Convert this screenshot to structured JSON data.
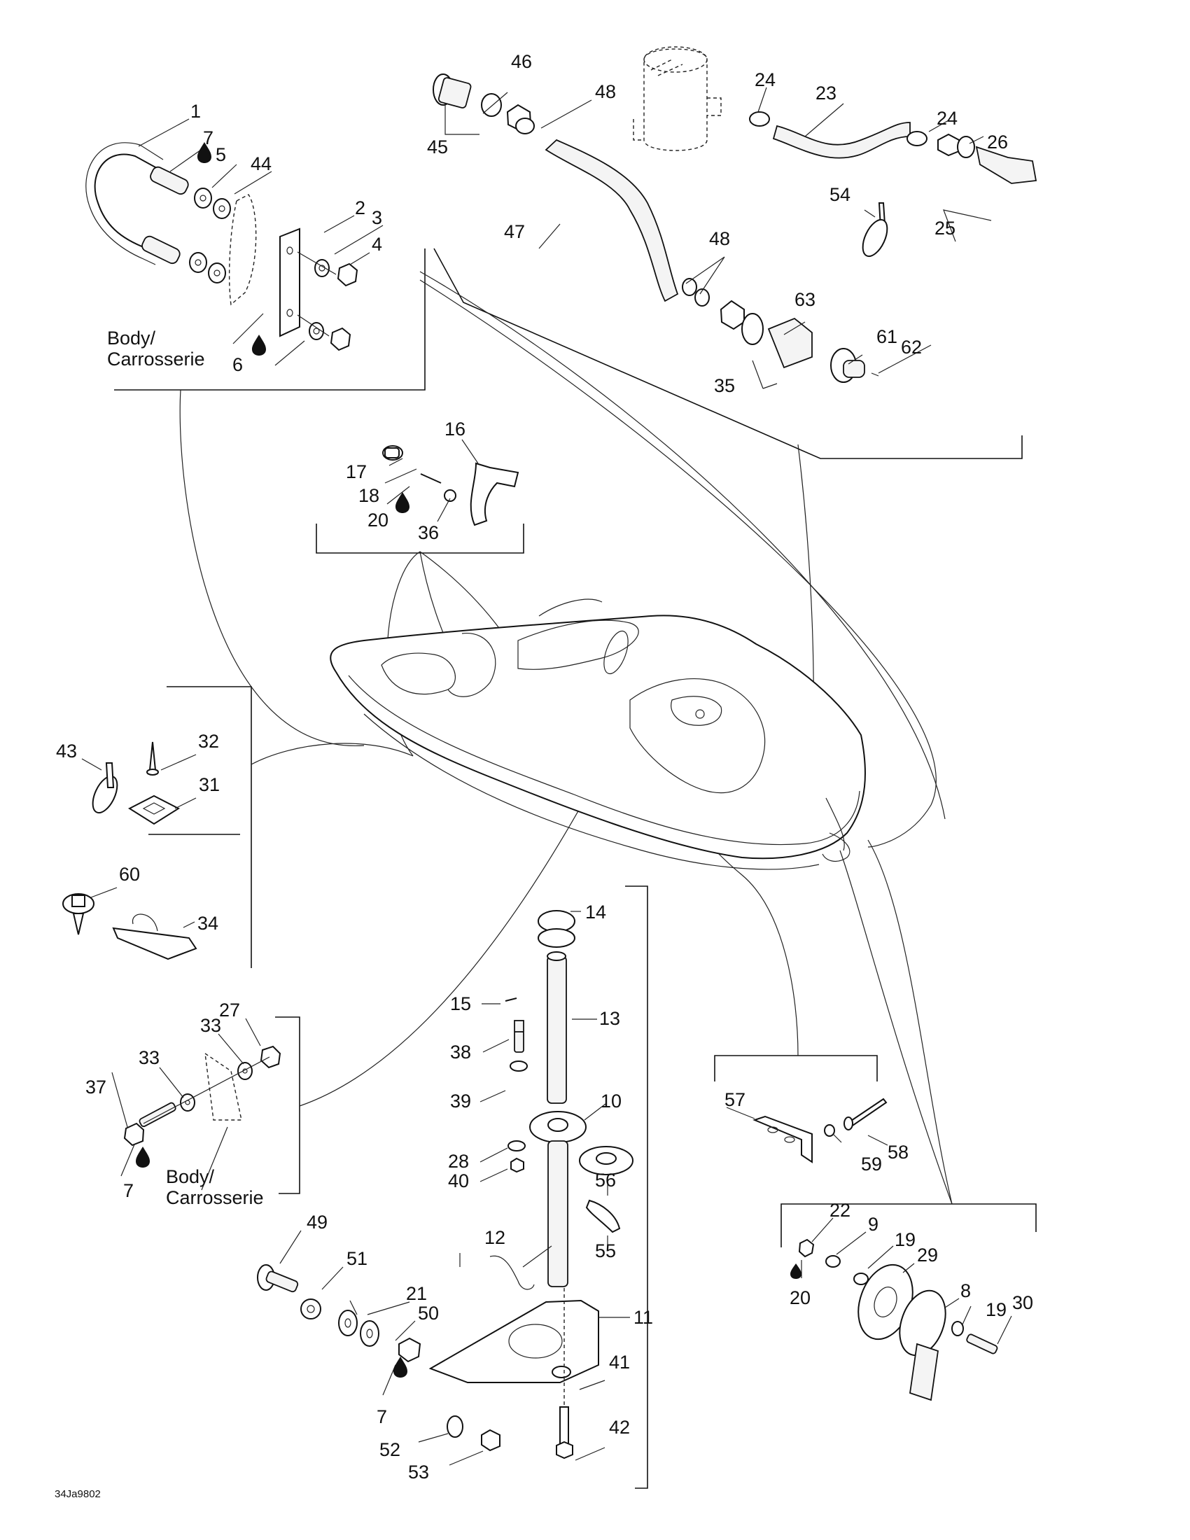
{
  "diagram": {
    "type": "exploded-parts-diagram",
    "subject": "Watercraft hull and fittings",
    "figure_code": "34Ja9802",
    "body_notes": [
      {
        "line1": "Body/",
        "line2": "Carrosserie"
      },
      {
        "line1": "Body/",
        "line2": "Carrosserie"
      }
    ],
    "groups": {
      "u_bolt": [
        "1",
        "7",
        "5",
        "44",
        "2",
        "3",
        "4",
        "6"
      ],
      "drain_hoses": [
        "46",
        "48",
        "45",
        "47",
        "48",
        "63",
        "35",
        "61",
        "62"
      ],
      "bilge_pump": [
        "24",
        "23",
        "24",
        "26",
        "25",
        "54"
      ],
      "bumper": [
        "16",
        "17",
        "18",
        "20",
        "36"
      ],
      "fasteners": [
        "43",
        "32",
        "31",
        "60",
        "34"
      ],
      "body_bolt": [
        "27",
        "33",
        "33",
        "37",
        "7"
      ],
      "steering_post": [
        "14",
        "15",
        "13",
        "38",
        "39",
        "10",
        "28",
        "40",
        "56",
        "55",
        "12",
        "11",
        "41",
        "42"
      ],
      "plate_bolt": [
        "49",
        "51",
        "21",
        "50",
        "7",
        "52",
        "53"
      ],
      "bracket": [
        "57",
        "58",
        "59"
      ],
      "drain_plug": [
        "22",
        "9",
        "19",
        "29",
        "8",
        "19",
        "30",
        "20"
      ]
    },
    "labels": {
      "l1": "1",
      "l2": "2",
      "l3": "3",
      "l4": "4",
      "l5": "5",
      "l6": "6",
      "l7a": "7",
      "l7b": "7",
      "l7c": "7",
      "l8": "8",
      "l9": "9",
      "l10": "10",
      "l11": "11",
      "l12": "12",
      "l13": "13",
      "l14": "14",
      "l15": "15",
      "l16": "16",
      "l17": "17",
      "l18": "18",
      "l19a": "19",
      "l19b": "19",
      "l20a": "20",
      "l20b": "20",
      "l21": "21",
      "l22": "22",
      "l23": "23",
      "l24a": "24",
      "l24b": "24",
      "l25": "25",
      "l26": "26",
      "l27": "27",
      "l28": "28",
      "l29": "29",
      "l30": "30",
      "l31": "31",
      "l32": "32",
      "l33a": "33",
      "l33b": "33",
      "l34": "34",
      "l35": "35",
      "l36": "36",
      "l37": "37",
      "l38": "38",
      "l39": "39",
      "l40": "40",
      "l41": "41",
      "l42": "42",
      "l43": "43",
      "l44": "44",
      "l45": "45",
      "l46": "46",
      "l47": "47",
      "l48a": "48",
      "l48b": "48",
      "l49": "49",
      "l50": "50",
      "l51": "51",
      "l52": "52",
      "l53": "53",
      "l54": "54",
      "l55": "55",
      "l56": "56",
      "l57": "57",
      "l58": "58",
      "l59": "59",
      "l60": "60",
      "l61": "61",
      "l62": "62",
      "l63": "63"
    },
    "symbols": {
      "sealant_drop_icon": "thread-locker-drop"
    }
  }
}
